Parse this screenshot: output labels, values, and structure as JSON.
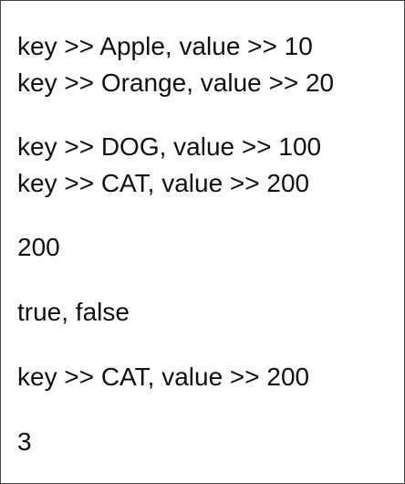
{
  "output": {
    "lines": [
      "key >> Apple, value >> 10",
      "key >> Orange, value >> 20",
      "key >> DOG, value >> 100",
      "key >> CAT, value >> 200",
      "200",
      "true, false",
      "key >> CAT, value >> 200",
      "3"
    ]
  }
}
